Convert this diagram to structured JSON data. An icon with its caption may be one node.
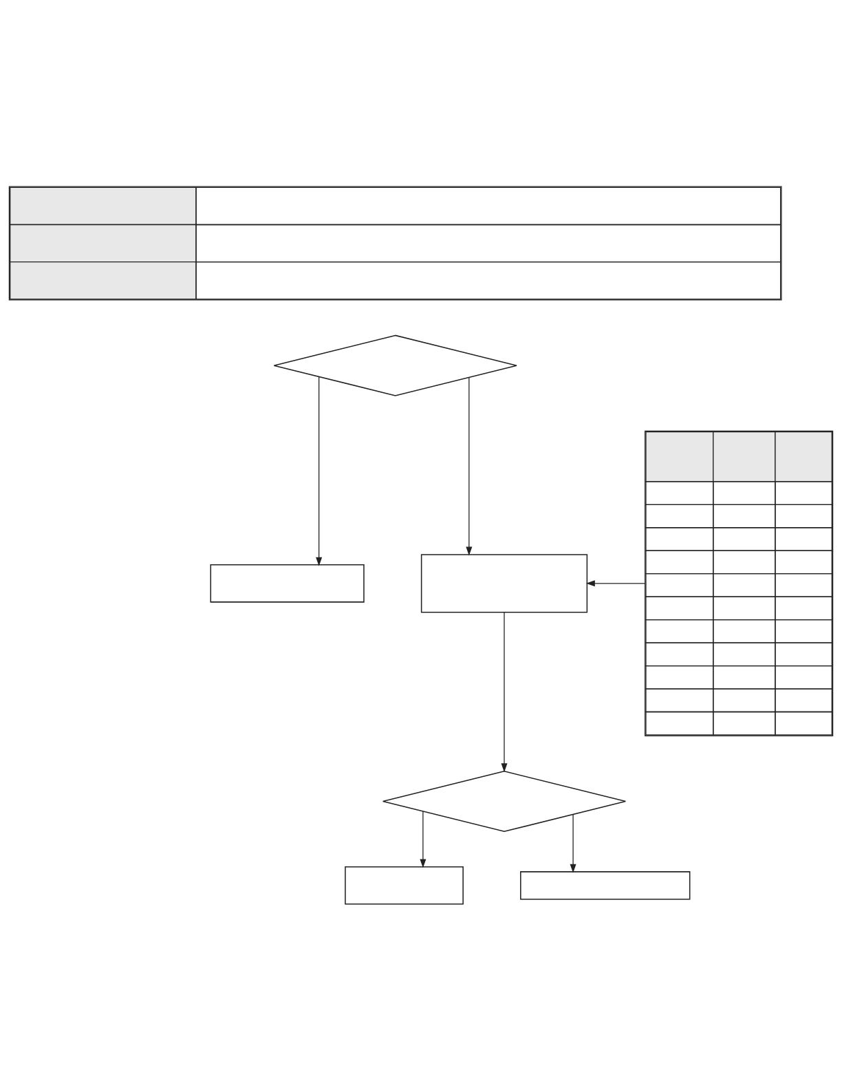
{
  "diagram": {
    "nodes": [
      {
        "text": [],
        "shape": "table"
      },
      {
        "text": [],
        "shape": "diamond"
      },
      {
        "text": [],
        "shape": "box"
      },
      {
        "text": [],
        "shape": "box"
      },
      {
        "text": [],
        "shape": "table"
      },
      {
        "text": [],
        "shape": "diamond"
      },
      {
        "text": [],
        "shape": "box"
      },
      {
        "text": [],
        "shape": "box"
      }
    ],
    "edges": [
      {
        "from": 1,
        "to": 2,
        "arrow": "to"
      },
      {
        "from": 1,
        "to": 3,
        "arrow": "to"
      },
      {
        "from": 4,
        "to": 3,
        "arrow": "to"
      },
      {
        "from": 3,
        "to": 5,
        "arrow": "to"
      },
      {
        "from": 5,
        "to": 6,
        "arrow": "to"
      },
      {
        "from": 5,
        "to": 7,
        "arrow": "to"
      }
    ]
  }
}
